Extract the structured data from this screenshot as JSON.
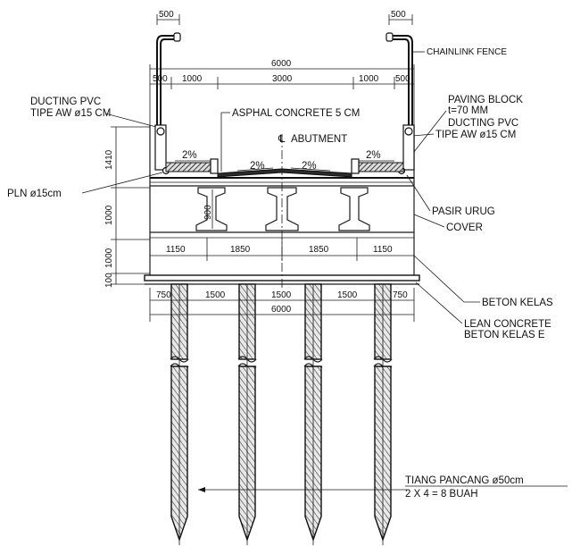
{
  "dimensions": {
    "top_left": "500",
    "top_right": "500",
    "total_width": "6000",
    "seg_500_left": "500",
    "seg_1000_left": "1000",
    "seg_3000": "3000",
    "seg_1000_right": "1000",
    "seg_500_right": "500",
    "height_1410": "1410",
    "height_1000_a": "1000",
    "height_1000_b": "1000",
    "height_100": "100",
    "girder_900": "900",
    "span_1150_left": "1150",
    "span_1850_left": "1850",
    "span_1850_right": "1850",
    "span_1150_right": "1150",
    "pile_750_left": "750",
    "pile_1500_a": "1500",
    "pile_1500_b": "1500",
    "pile_1500_c": "1500",
    "pile_750_right": "750",
    "pile_total": "6000"
  },
  "slopes": {
    "left_sidewalk": "2%",
    "left_road": "2%",
    "right_road": "2%",
    "right_sidewalk": "2%"
  },
  "labels": {
    "chainlink_fence": "CHAINLINK FENCE",
    "ducting_left_1": "DUCTING PVC",
    "ducting_left_2": "TIPE AW ø15 CM",
    "asphalt": "ASPHAL CONCRETE 5 CM",
    "abutment_symbol": "℄",
    "abutment": "ABUTMENT",
    "paving_1": "PAVING BLOCK",
    "paving_2": "t=70 MM",
    "ducting_right_1": "DUCTING PVC",
    "ducting_right_2": "TIPE AW ø15 CM",
    "pln": "PLN ø15cm",
    "pasir_urug": "PASIR URUG",
    "cover": "COVER",
    "beton_kelas": "BETON KELAS",
    "lean_concrete_1": "LEAN CONCRETE",
    "lean_concrete_2": "BETON KELAS E",
    "tiang_1": "TIANG PANCANG ø50cm",
    "tiang_2": "2 X 4 = 8 BUAH"
  }
}
